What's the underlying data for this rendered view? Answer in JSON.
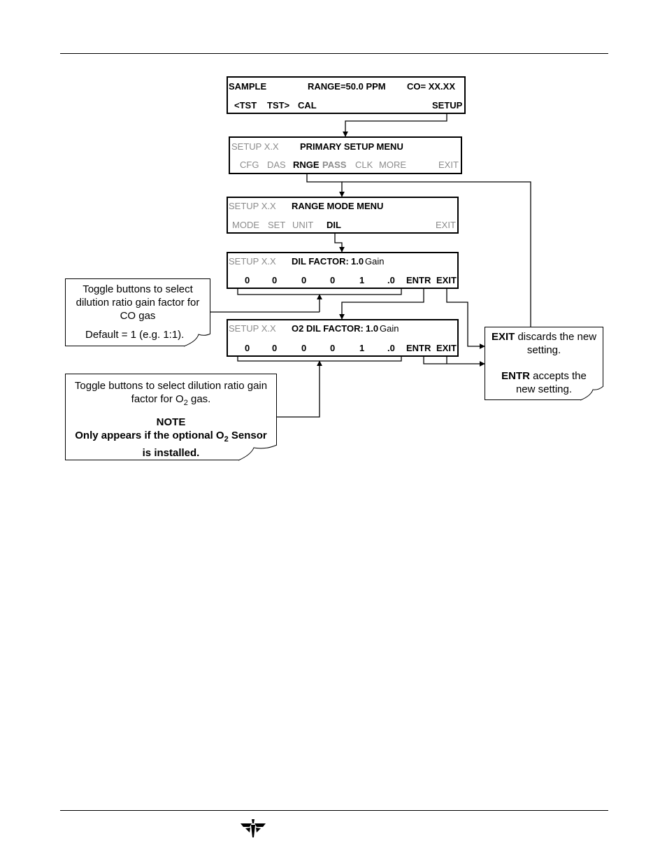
{
  "screens": {
    "sample": {
      "mode": "SAMPLE",
      "range": "RANGE=50.0 PPM",
      "conc": "CO= XX.XX",
      "tst_prev": "<TST",
      "tst_next": "TST>",
      "cal": "CAL",
      "setup": "SETUP"
    },
    "primary": {
      "header": "SETUP X.X",
      "title": "PRIMARY SETUP MENU",
      "cfg": "CFG",
      "das": "DAS",
      "rnge": "RNGE",
      "pass": "PASS",
      "clk": "CLK",
      "more": "MORE",
      "exit": "EXIT"
    },
    "range_mode": {
      "header": "SETUP X.X",
      "title": "RANGE MODE MENU",
      "mode": "MODE",
      "set": "SET",
      "unit": "UNIT",
      "dil": "DIL",
      "exit": "EXIT"
    },
    "dil_factor": {
      "header": "SETUP X.X",
      "title_prefix": "DIL FACTOR:",
      "title_value": "1.0",
      "title_suffix": " Gain",
      "digits": [
        "0",
        "0",
        "0",
        "0",
        "1",
        ".0"
      ],
      "entr": "ENTR",
      "exit": "EXIT"
    },
    "o2_dil_factor": {
      "header": "SETUP X.X",
      "title_prefix": "O2 DIL FACTOR:",
      "title_value": "1.0",
      "title_suffix": " Gain",
      "digits": [
        "0",
        "0",
        "0",
        "0",
        "1",
        ".0"
      ],
      "entr": "ENTR",
      "exit": "EXIT"
    }
  },
  "notes": {
    "co": {
      "line1": "Toggle buttons to select",
      "line2": "dilution ratio gain factor for",
      "line3": "CO gas",
      "line4": "Default = 1 (e.g. 1:1)."
    },
    "o2": {
      "line1": "Toggle buttons to select dilution ratio gain",
      "line2_a": "factor for O",
      "line2_sub": "2",
      "line2_b": " gas.",
      "note_title": "NOTE",
      "line4_a": "Only appears if the optional O",
      "line4_sub": "2",
      "line4_b": " Sensor",
      "line5": "is installed."
    },
    "exit_entr": {
      "exit_word": "EXIT",
      "exit_rest": " discards the new",
      "exit_line2": "setting.",
      "entr_word": "ENTR",
      "entr_rest": " accepts the",
      "entr_line2": "new setting."
    }
  },
  "colors": {
    "disabled_text": "#8c8c8c",
    "ink": "#000000"
  },
  "icons": {
    "footer_logo": "teledyne-logo"
  }
}
